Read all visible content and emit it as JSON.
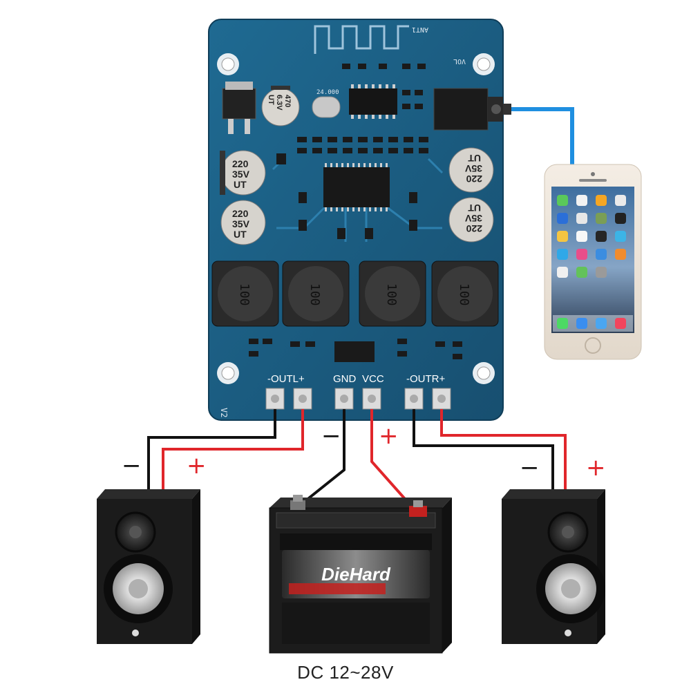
{
  "board": {
    "antenna_label": "ANT1",
    "vol_label": "VOL",
    "version_label": "V2",
    "crystal_label": "24.000",
    "regulator_cap": {
      "line1": "470",
      "line2": "6.3V",
      "line3": "UT"
    },
    "big_cap": {
      "line1": "220",
      "line2": "35V",
      "line3": "UT"
    },
    "inductor_label": "100",
    "terminals": {
      "outl": "-OUTL+",
      "gnd": "GND",
      "vcc": "VCC",
      "outr": "-OUTR+"
    },
    "colors": {
      "pcb": "#1d5f84",
      "pcb_dark": "#134866",
      "trace": "#2a7aa8"
    }
  },
  "wires": {
    "positive_color": "#e0262b",
    "negative_color": "#111111",
    "audio_color": "#1f8fe0"
  },
  "polarity": {
    "left_minus": "−",
    "left_plus": "+",
    "battery_minus": "−",
    "battery_plus": "+",
    "right_minus": "−",
    "right_plus": "+"
  },
  "battery": {
    "brand": "DieHard"
  },
  "caption": "DC  12~28V"
}
